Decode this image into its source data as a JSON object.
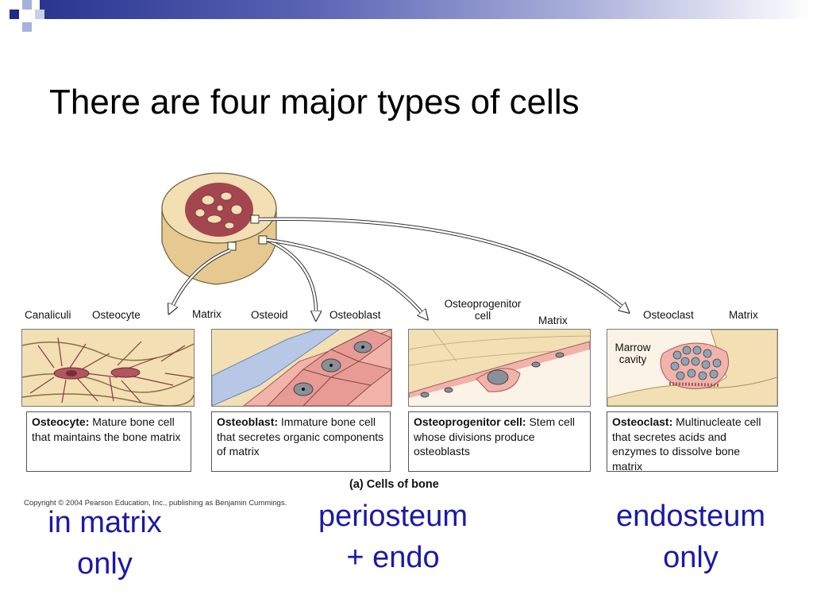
{
  "slide": {
    "title": "There are four major types of cells"
  },
  "figure": {
    "labels": {
      "canaliculi": "Canaliculi",
      "osteocyte": "Osteocyte",
      "matrix_1": "Matrix",
      "osteoid": "Osteoid",
      "osteoblast": "Osteoblast",
      "osteoprogenitor_line1": "Osteoprogenitor",
      "osteoprogenitor_line2": "cell",
      "matrix_2": "Matrix",
      "osteoclast": "Osteoclast",
      "matrix_3": "Matrix",
      "marrow_line1": "Marrow",
      "marrow_line2": "cavity"
    },
    "cells": [
      {
        "name": "Osteocyte:",
        "description": "Mature bone cell that maintains the bone matrix"
      },
      {
        "name": "Osteoblast:",
        "description": "Immature bone cell that secretes organic components of matrix"
      },
      {
        "name": "Osteoprogenitor cell:",
        "description": "Stem cell whose divisions produce osteoblasts"
      },
      {
        "name": "Osteoclast:",
        "description": "Multinucleate cell that secretes acids and enzymes to dissolve bone matrix"
      }
    ],
    "caption": "(a) Cells of bone",
    "copyright": "Copyright © 2004 Pearson Education, Inc., publishing as Benjamin Cummings."
  },
  "annotations": [
    {
      "line1": "in matrix",
      "line2": "only"
    },
    {
      "line1": "periosteum",
      "line2": "+ endo"
    },
    {
      "line1": "endosteum",
      "line2": "only"
    }
  ],
  "colors": {
    "annotation_text": "#1a1aa6",
    "bone_tan": "#f2dfb4",
    "marrow_red": "#a3464f",
    "cell_pink": "#f2b3aa",
    "osteoid_blue": "#b7c8e6"
  }
}
